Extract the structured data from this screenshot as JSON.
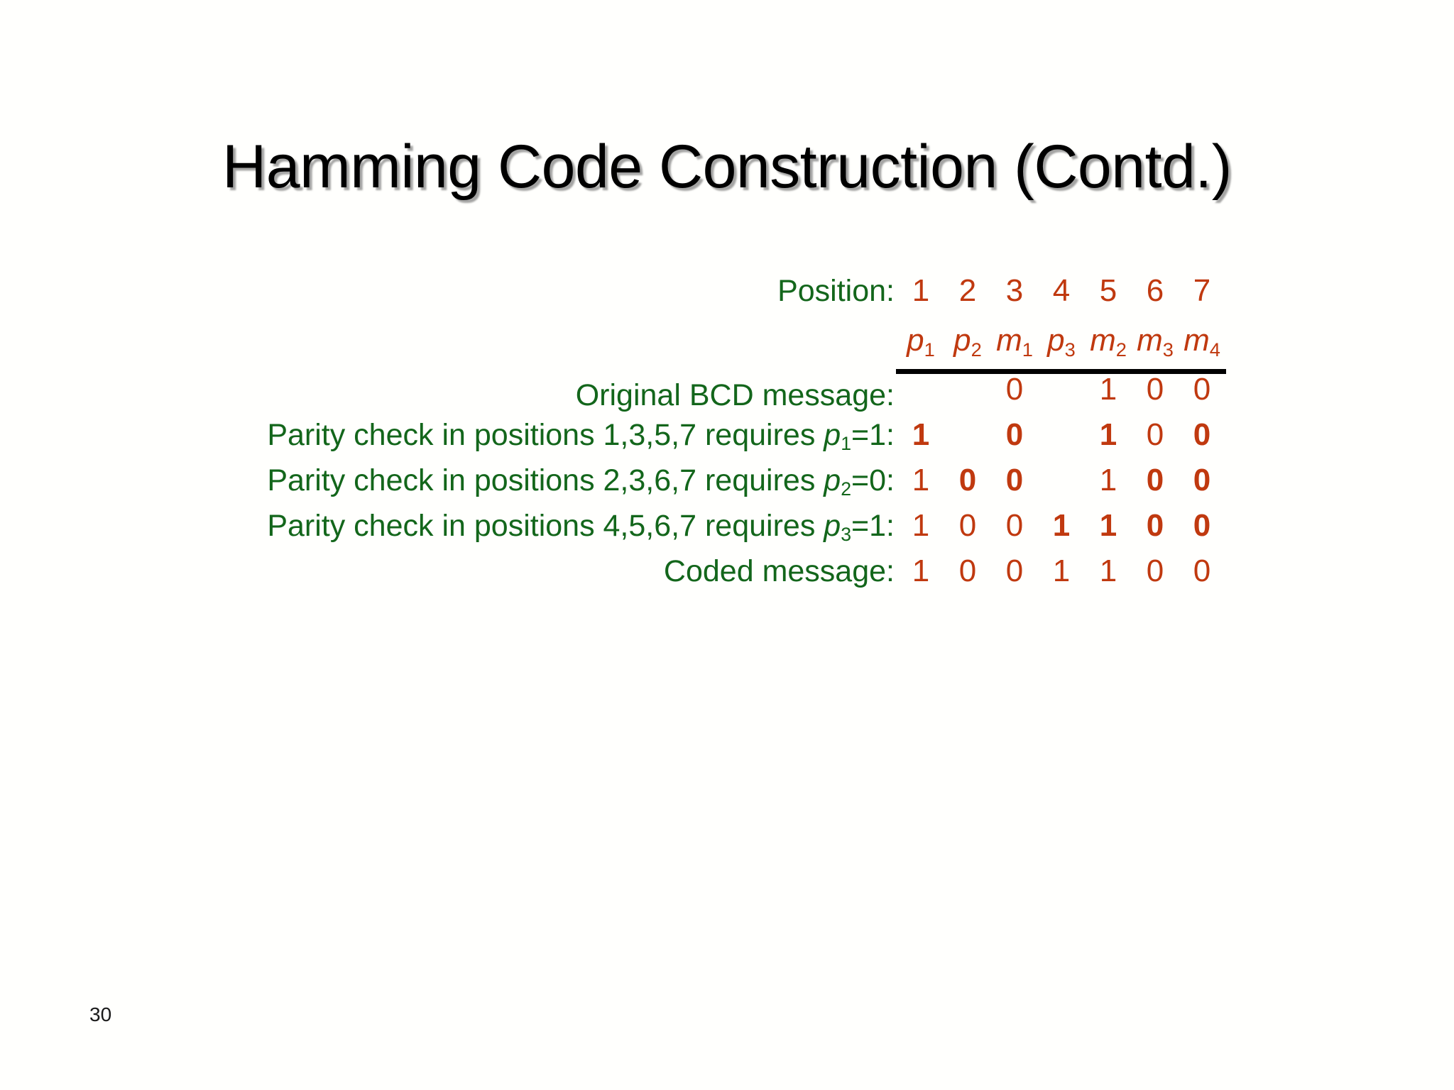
{
  "slide": {
    "title": "Hamming Code Construction (Contd.)",
    "page_number": "30",
    "colors": {
      "background": "#fffffd",
      "title": "#000000",
      "label_green": "#13661b",
      "bit_red": "#c0390f",
      "rule": "#000000"
    }
  },
  "table": {
    "position_label": "Position:",
    "positions": [
      "1",
      "2",
      "3",
      "4",
      "5",
      "6",
      "7"
    ],
    "symbols": [
      {
        "base": "p",
        "sub": "1"
      },
      {
        "base": "p",
        "sub": "2"
      },
      {
        "base": "m",
        "sub": "1"
      },
      {
        "base": "p",
        "sub": "3"
      },
      {
        "base": "m",
        "sub": "2"
      },
      {
        "base": "m",
        "sub": "3"
      },
      {
        "base": "m",
        "sub": "4"
      }
    ],
    "rows": [
      {
        "label_pre": "Original BCD message:",
        "label_var": "",
        "label_sub": "",
        "label_post": "",
        "bits": [
          "",
          "",
          "0",
          "",
          "1",
          "0",
          "0"
        ],
        "bold": [
          false,
          false,
          false,
          false,
          false,
          false,
          false
        ]
      },
      {
        "label_pre": "Parity check in positions 1,3,5,7 requires ",
        "label_var": "p",
        "label_sub": "1",
        "label_post": "=1:",
        "bits": [
          "1",
          "",
          "0",
          "",
          "1",
          "0",
          "0"
        ],
        "bold": [
          true,
          false,
          true,
          false,
          true,
          false,
          true
        ]
      },
      {
        "label_pre": "Parity check in positions 2,3,6,7 requires ",
        "label_var": "p",
        "label_sub": "2",
        "label_post": "=0:",
        "bits": [
          "1",
          "0",
          "0",
          "",
          "1",
          "0",
          "0"
        ],
        "bold": [
          false,
          true,
          true,
          false,
          false,
          true,
          true
        ]
      },
      {
        "label_pre": "Parity check in positions 4,5,6,7 requires ",
        "label_var": "p",
        "label_sub": "3",
        "label_post": "=1:",
        "bits": [
          "1",
          "0",
          "0",
          "1",
          "1",
          "0",
          "0"
        ],
        "bold": [
          false,
          false,
          false,
          true,
          true,
          true,
          true
        ]
      },
      {
        "label_pre": "Coded message:",
        "label_var": "",
        "label_sub": "",
        "label_post": "",
        "bits": [
          "1",
          "0",
          "0",
          "1",
          "1",
          "0",
          "0"
        ],
        "bold": [
          false,
          false,
          false,
          false,
          false,
          false,
          false
        ]
      }
    ]
  }
}
